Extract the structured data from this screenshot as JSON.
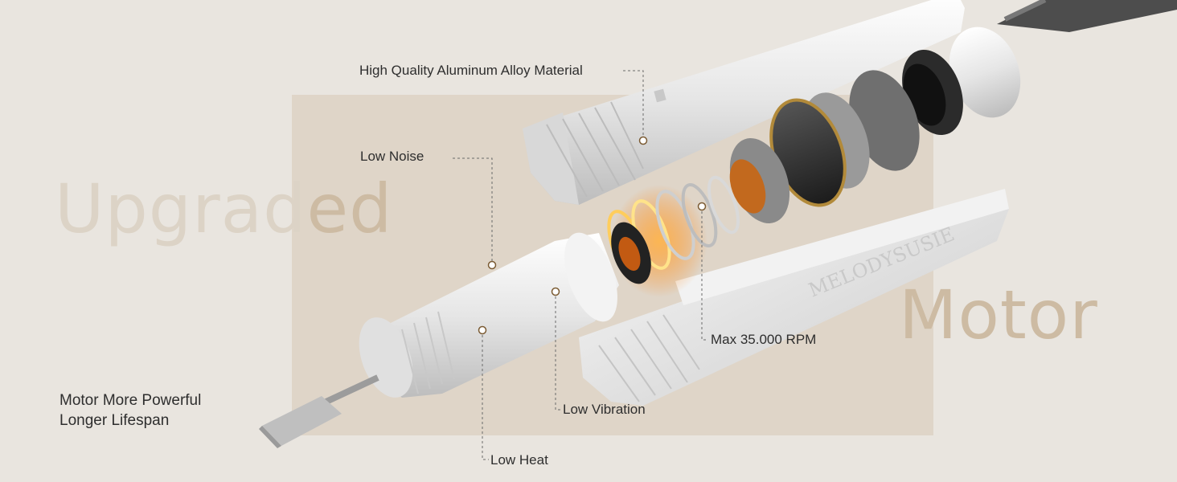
{
  "headline": {
    "word1_start": "Upgrad",
    "word1_end": "ed",
    "word2_start": "Motor",
    "word2_end": ""
  },
  "callouts": {
    "aluminum": "High Quality Aluminum Alloy Material",
    "noise": "Low Noise",
    "rpm": "Max 35.000 RPM",
    "vibration": "Low Vibration",
    "heat": "Low Heat",
    "power_line1": "Motor More Powerful",
    "power_line2": "Longer Lifespan"
  },
  "brand": {
    "engraving": "MELODYSUSIE"
  },
  "colors": {
    "background": "#e9e5df",
    "panel": "#dfd5c8",
    "accent_text": "#cdbba3",
    "label_text": "#2e2e2e",
    "dot": "#c9a06a"
  }
}
